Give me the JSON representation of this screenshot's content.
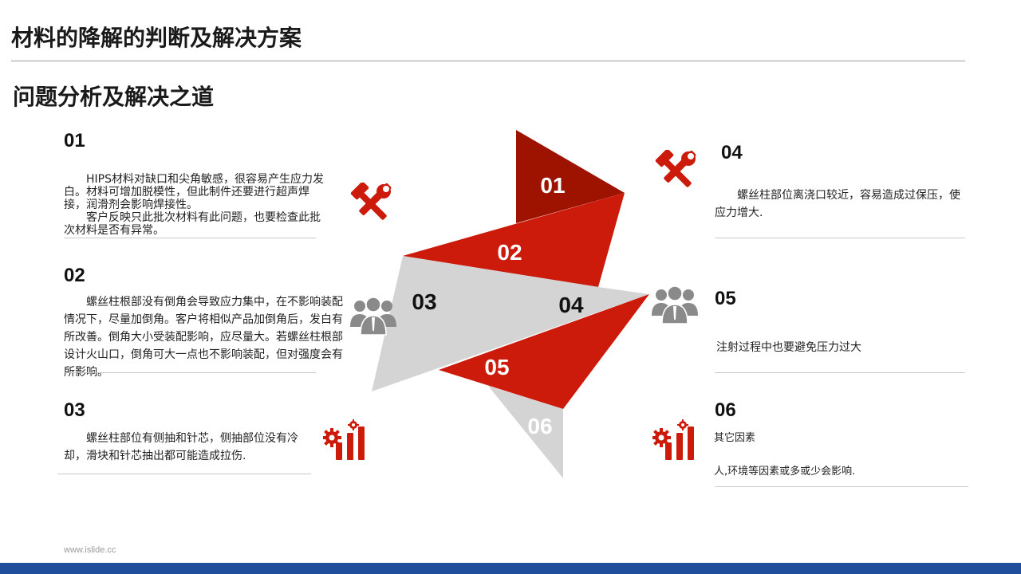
{
  "header": {
    "title": "材料的降解的判断及解决方案",
    "subtitle": "问题分析及解决之道"
  },
  "items": [
    {
      "number": "01",
      "lines": [
        "　　HIPS材料对缺口和尖角敏感，很容易产生应力发白。材料可增加脱模性，但此制件还要进行超声焊接，润滑剂会影响焊接性。",
        "　　客户反映只此批次材料有此问题，也要检查此批次材料是否有异常。"
      ]
    },
    {
      "number": "02",
      "lines": [
        "　　螺丝柱根部没有倒角会导致应力集中，在不影响装配情况下，尽量加倒角。客户将相似产品加倒角后，发白有所改善。倒角大小受装配影响，应尽量大。若螺丝柱根部设计火山口，倒角可大一点也不影响装配，但对强度会有所影响。"
      ]
    },
    {
      "number": "03",
      "lines": [
        "　　螺丝柱部位有侧抽和针芯，侧抽部位没有冷却，滑块和针芯抽出都可能造成拉伤."
      ]
    },
    {
      "number": "04",
      "lines": [
        "　　螺丝柱部位离浇口较近，容易造成过保压，使应力增大."
      ]
    },
    {
      "number": "05",
      "lines": [
        "注射过程中也要避免压力过大"
      ]
    },
    {
      "number": "06",
      "lines": [
        "其它因素",
        "人,环境等因素或多或少会影响."
      ]
    }
  ],
  "diagram": {
    "labels": [
      "01",
      "02",
      "03",
      "04",
      "05",
      "06"
    ],
    "colors": {
      "dark_red": "#9e1200",
      "red": "#cc1a0b",
      "gray": "#d4d4d4",
      "icon_red": "#cc1a0b",
      "icon_gray": "#8a8a8a"
    }
  },
  "icons": {
    "item01": "tools-icon",
    "item02": "people-group-icon",
    "item03": "gear-bar-chart-icon",
    "item04": "tools-icon",
    "item05": "people-group-icon",
    "item06": "gear-bar-chart-icon"
  },
  "footer": {
    "url": "www.islide.cc"
  }
}
